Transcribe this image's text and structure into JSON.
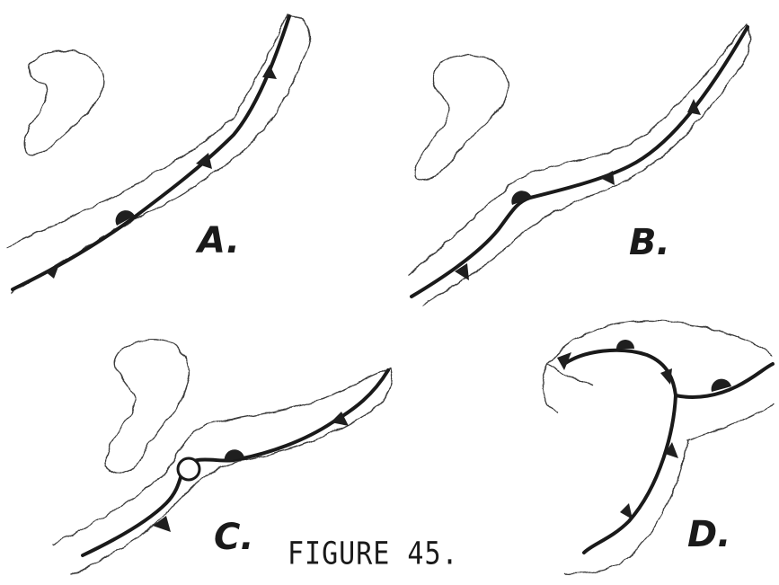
{
  "figure": {
    "title": "FIGURE 45.",
    "panels": [
      {
        "label": "A."
      },
      {
        "label": "B."
      },
      {
        "label": "C."
      },
      {
        "label": "D."
      }
    ]
  },
  "colors": {
    "ink": "#1a1a1a",
    "cloud_outline": "#3a3a3a",
    "background": "#ffffff"
  }
}
